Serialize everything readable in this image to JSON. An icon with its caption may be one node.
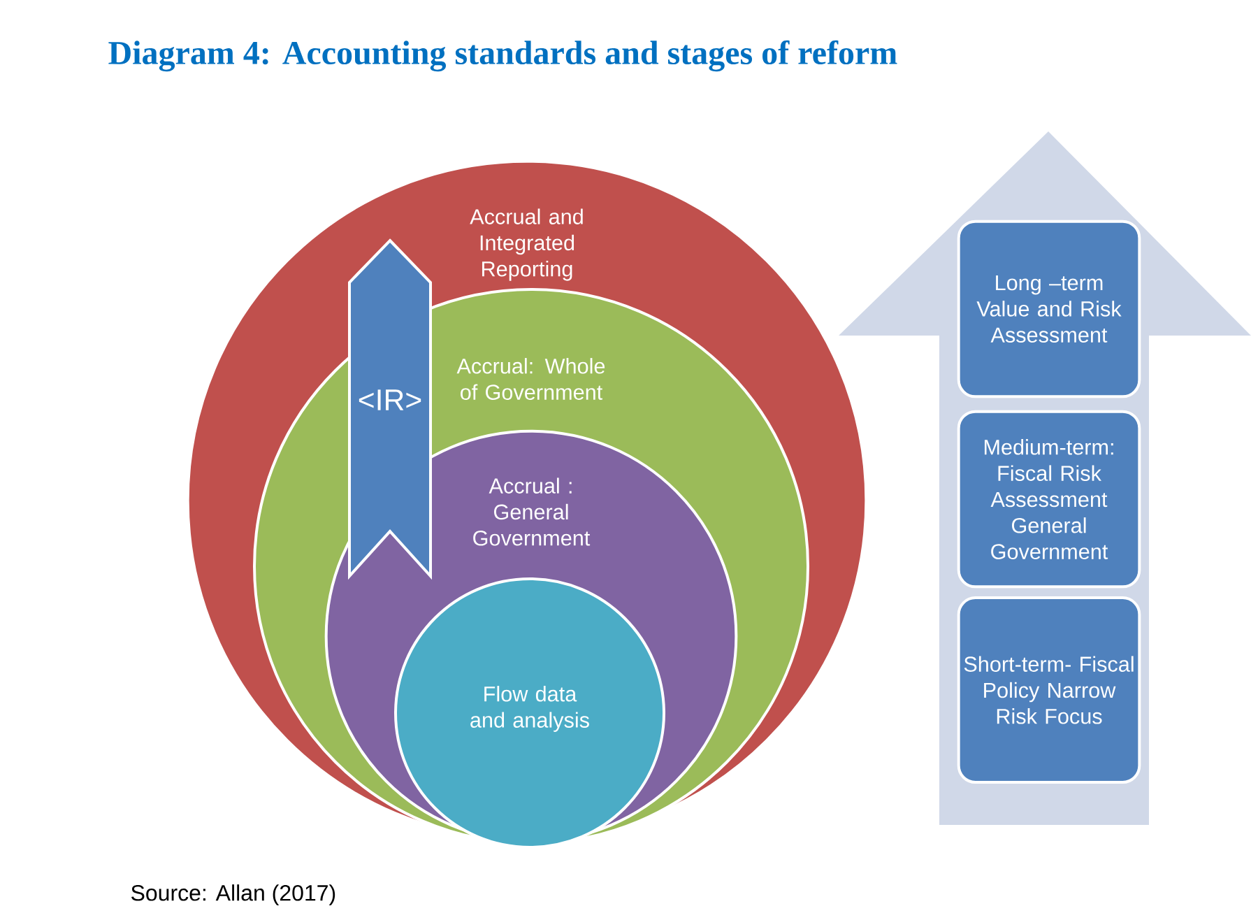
{
  "diagram": {
    "title": "Diagram 4: Accounting standards and stages of reform",
    "caption": "Source: Allan (2017)",
    "nodes": [
      {
        "text": [
          "Accrual and Integrated Reporting"
        ]
      },
      {
        "text": [
          "Accrual: Whole of Government"
        ],
        "in": 0
      },
      {
        "text": [
          "Accrual : General Government"
        ],
        "in": 1
      },
      {
        "text": [
          "Flow data and analysis"
        ],
        "in": 2
      },
      {
        "text": [
          "<IR>"
        ],
        "in": 0
      },
      {
        "text": [
          "Long –term Value and Risk Assessment"
        ]
      },
      {
        "text": [
          "Medium-term: Fiscal Risk Assessment General Government"
        ]
      },
      {
        "text": [
          "Short-term- Fiscal Policy Narrow Risk Focus"
        ]
      }
    ]
  }
}
